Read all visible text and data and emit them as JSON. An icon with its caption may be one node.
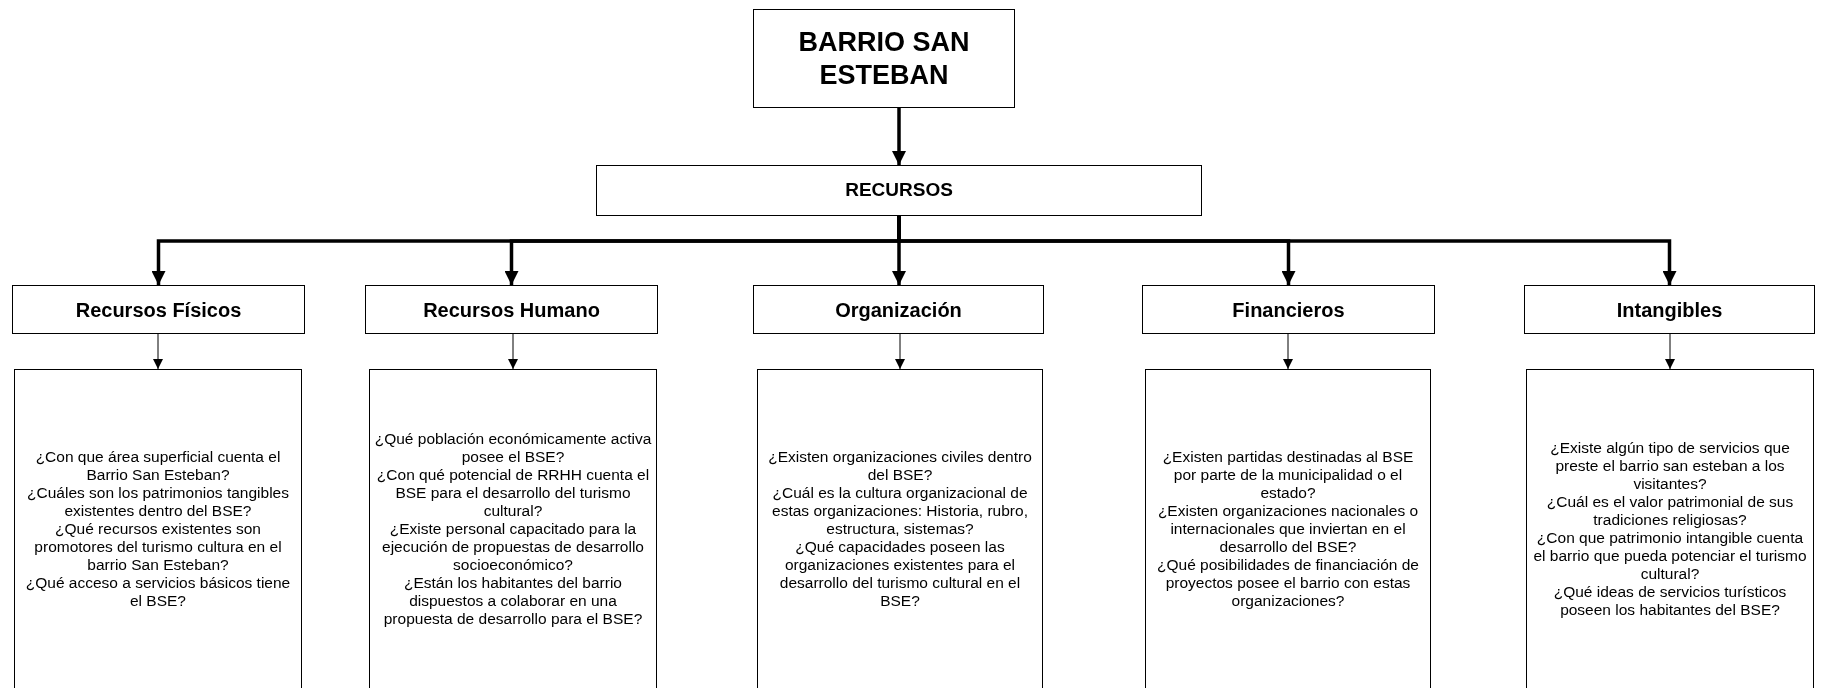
{
  "diagram": {
    "nodes": [
      {
        "text": [
          "BARRIO SAN ESTEBAN"
        ]
      },
      {
        "text": [
          "RECURSOS"
        ]
      },
      {
        "text": [
          "Recursos Físicos"
        ]
      },
      {
        "text": [
          "Recursos Humano"
        ]
      },
      {
        "text": [
          "Organización"
        ]
      },
      {
        "text": [
          "Financieros"
        ]
      },
      {
        "text": [
          "Intangibles"
        ]
      },
      {
        "text": [
          "¿Con que área superficial cuenta el Barrio San Esteban?",
          "¿Cuáles son los patrimonios tangibles existentes dentro del BSE?",
          "¿Qué recursos existentes son promotores del turismo cultura en el barrio San Esteban?",
          "¿Qué acceso a servicios básicos tiene el BSE?"
        ]
      },
      {
        "text": [
          "¿Qué población económicamente activa posee el BSE?",
          "¿Con qué potencial de RRHH cuenta el BSE para el desarrollo del turismo cultural?",
          "¿Existe personal capacitado para la ejecución de propuestas de desarrollo socioeconómico?",
          "¿Están los habitantes del barrio dispuestos a colaborar en una propuesta de desarrollo para el BSE?"
        ]
      },
      {
        "text": [
          "¿Existen organizaciones civiles dentro del BSE?",
          "¿Cuál es la cultura organizacional de estas organizaciones: Historia, rubro, estructura, sistemas?",
          "¿Qué capacidades poseen las organizaciones existentes para el desarrollo del turismo cultural en el BSE?"
        ]
      },
      {
        "text": [
          "¿Existen partidas destinadas al BSE por parte de la municipalidad o el estado?",
          "¿Existen organizaciones nacionales o internacionales que inviertan en el desarrollo del BSE?",
          "¿Qué posibilidades de financiación de proyectos posee el barrio con estas organizaciones?"
        ]
      },
      {
        "text": [
          "¿Existe algún tipo de servicios que preste el barrio san esteban a los visitantes?",
          "¿Cuál es el valor patrimonial de sus tradiciones religiosas?",
          "¿Con que patrimonio intangible cuenta el barrio que pueda potenciar el turismo cultural?",
          "¿Qué ideas de servicios turísticos poseen los habitantes del BSE?"
        ]
      }
    ],
    "edges": [
      {
        "from": 0,
        "to": 1,
        "arrow": "to"
      },
      {
        "from": 1,
        "to": 2,
        "arrow": "to"
      },
      {
        "from": 1,
        "to": 3,
        "arrow": "to"
      },
      {
        "from": 1,
        "to": 4,
        "arrow": "to"
      },
      {
        "from": 1,
        "to": 5,
        "arrow": "to"
      },
      {
        "from": 1,
        "to": 6,
        "arrow": "to"
      },
      {
        "from": 2,
        "to": 7,
        "arrow": "to"
      },
      {
        "from": 3,
        "to": 8,
        "arrow": "to"
      },
      {
        "from": 4,
        "to": 9,
        "arrow": "to"
      },
      {
        "from": 5,
        "to": 10,
        "arrow": "to"
      },
      {
        "from": 6,
        "to": 11,
        "arrow": "to"
      }
    ]
  }
}
